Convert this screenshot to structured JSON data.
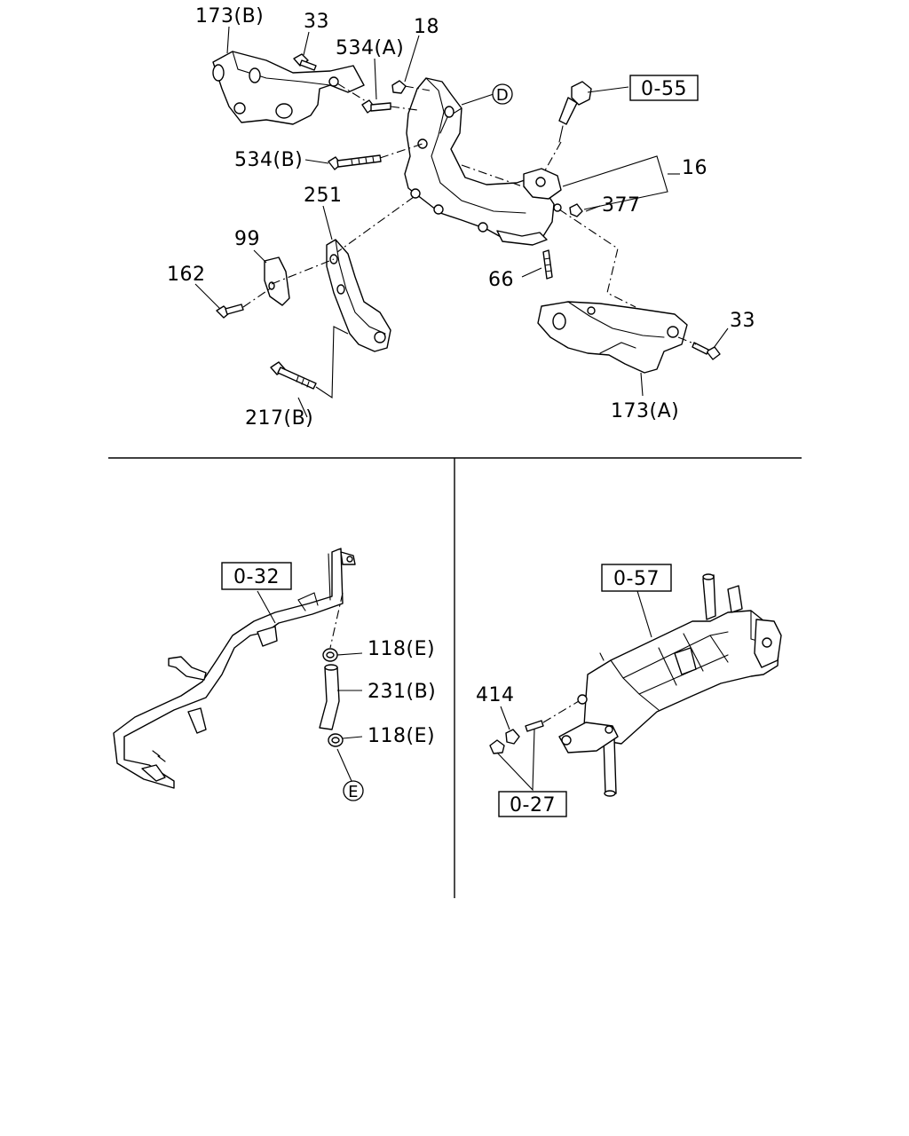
{
  "callouts": {
    "c173b": "173(B)",
    "c33_top": "33",
    "c534a": "534(A)",
    "c18": "18",
    "cD": "D",
    "c055": "0-55",
    "c534b": "534(B)",
    "c16": "16",
    "c251": "251",
    "c377": "377",
    "c99": "99",
    "c162": "162",
    "c66": "66",
    "c33_right": "33",
    "c217b": "217(B)",
    "c173a": "173(A)",
    "c032": "0-32",
    "c118e_top": "118(E)",
    "c231b": "231(B)",
    "c118e_bottom": "118(E)",
    "cE": "E",
    "c057": "0-57",
    "c414": "414",
    "c027": "0-27"
  }
}
